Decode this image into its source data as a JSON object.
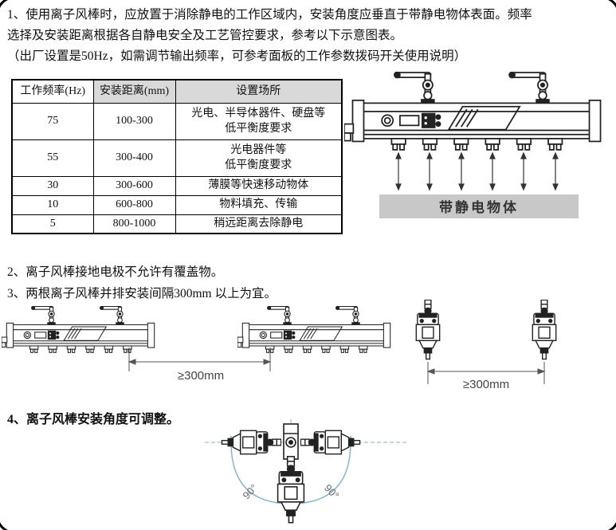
{
  "page": {
    "para1_lines": [
      "1、使用离子风棒时，应放置于消除静电的工作区域内，安装角度应垂直于带静电物体表面。频率",
      "选择及安装距离根据各自静电安全及工艺管控要求，参考以下示意图表。",
      "（出厂设置是50Hz，如需调节输出频率，可参考面板的工作参数拨码开关使用说明）"
    ],
    "item2": "2、离子风棒接地电极不允许有覆盖物。",
    "item3": "3、两根离子风棒并排安装间隔300mm 以上为宜。",
    "item4": "4、离子风棒安装角度可调整。"
  },
  "table": {
    "headers": [
      "工作频率(Hz)",
      "安装距离(mm)",
      "设置场所"
    ],
    "rows": [
      {
        "freq": "75",
        "distance": "100-300",
        "place_line1": "光电、半导体器件、硬盘等",
        "place_line2": "低平衡度要求"
      },
      {
        "freq": "55",
        "distance": "300-400",
        "place_line1": "光电器件等",
        "place_line2": "低平衡度要求"
      },
      {
        "freq": "30",
        "distance": "300-600",
        "place_line1": "薄膜等快速移动物体"
      },
      {
        "freq": "10",
        "distance": "600-800",
        "place_line1": "物料填充、传输"
      },
      {
        "freq": "5",
        "distance": "800-1000",
        "place_line1": "稍远距离去除静电"
      }
    ]
  },
  "diagrams": {
    "target_label": "带静电物体",
    "spacing_label_h": "≥300mm",
    "spacing_label_v": "≥300mm",
    "angle_left": "90°",
    "angle_right": "90°"
  },
  "colors": {
    "table_header_bg": "#d9d9d9",
    "target_bar_bg": "#c8c8c8",
    "guide_blue": "#7ab5d2",
    "line_black": "#222222",
    "text": "#111111"
  }
}
